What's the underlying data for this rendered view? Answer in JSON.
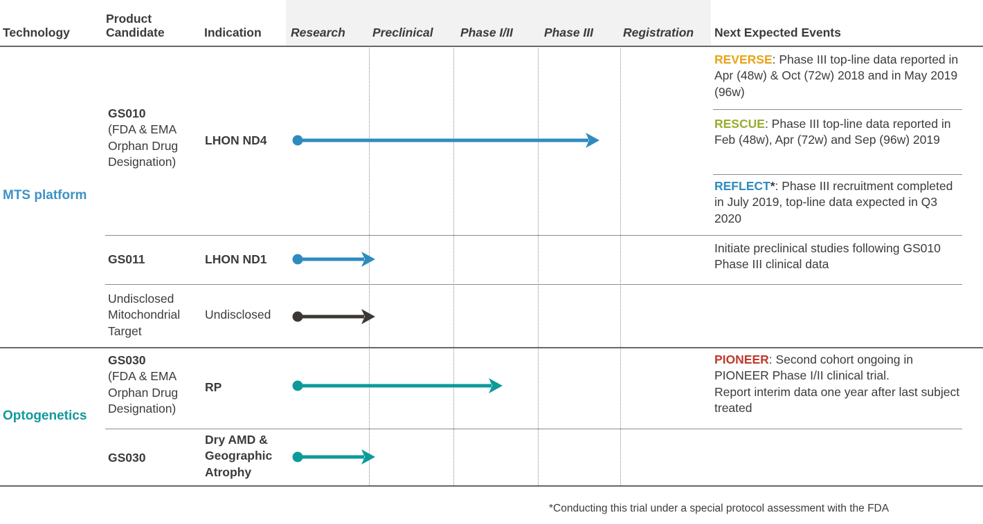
{
  "table": {
    "headers": {
      "technology": "Technology",
      "product_candidate": "Product\nCandidate",
      "product_candidate_line1": "Product",
      "product_candidate_line2": "Candidate",
      "indication": "Indication",
      "research": "Research",
      "preclinical": "Preclinical",
      "phase_1_2": "Phase I/II",
      "phase_3": "Phase III",
      "registration": "Registration",
      "next_expected_events": "Next Expected Events"
    },
    "technologies": [
      {
        "label": "MTS platform",
        "color": "#3d93c4"
      },
      {
        "label": "Optogenetics",
        "color": "#12999b"
      }
    ],
    "rows": [
      {
        "product_name": "GS010",
        "product_sub": "(FDA & EMA\nOrphan Drug\nDesignation)",
        "product_sub_line1": "(FDA & EMA",
        "product_sub_line2": "Orphan Drug",
        "product_sub_line3": "Designation)",
        "indication": "LHON ND4",
        "arrow": {
          "color": "#2e8bc0",
          "start_phase": "Research",
          "end_phase": "Phase III"
        }
      },
      {
        "product_name": "GS011",
        "indication": "LHON ND1",
        "arrow": {
          "color": "#2e8bc0",
          "start_phase": "Research",
          "end_phase": "Research"
        }
      },
      {
        "product_name": "Undisclosed\nMitochondrial\nTarget",
        "product_line1": "Undisclosed",
        "product_line2": "Mitochondrial",
        "product_line3": "Target",
        "indication": "Undisclosed",
        "arrow": {
          "color": "#3b3733",
          "start_phase": "Research",
          "end_phase": "Research"
        }
      },
      {
        "product_name": "GS030",
        "product_sub_line1": "(FDA & EMA",
        "product_sub_line2": "Orphan Drug",
        "product_sub_line3": "Designation)",
        "indication": "RP",
        "arrow": {
          "color": "#0d9a9b",
          "start_phase": "Research",
          "end_phase": "Phase I/II"
        }
      },
      {
        "product_name": "GS030",
        "indication": "Dry AMD &\nGeographic\nAtrophy",
        "indication_line1": "Dry AMD &",
        "indication_line2": "Geographic",
        "indication_line3": "Atrophy",
        "arrow": {
          "color": "#0d9a9b",
          "start_phase": "Research",
          "end_phase": "Research"
        }
      }
    ],
    "events": [
      {
        "tag": "REVERSE",
        "tag_color": "#e8a317",
        "text": ": Phase III top-line data reported in Apr (48w) & Oct (72w) 2018 and in May 2019 (96w)"
      },
      {
        "tag": "RESCUE",
        "tag_color": "#9aab2e",
        "text": ": Phase III top-line data reported in Feb (48w), Apr (72w) and Sep (96w) 2019"
      },
      {
        "tag": "REFLECT",
        "tag_color": "#2e8bc0",
        "star": "*",
        "text": ": Phase III recruitment completed in July 2019, top-line data expected in Q3 2020"
      },
      {
        "tag": "",
        "tag_color": "#3b3b3b",
        "text": "Initiate preclinical studies following GS010 Phase III clinical data"
      },
      {
        "tag": "PIONEER",
        "tag_color": "#c0392b",
        "text": ": Second cohort ongoing in PIONEER Phase I/II clinical trial.\nReport interim data one year after last subject treated",
        "text_line1": ": Second cohort ongoing in PIONEER Phase I/II clinical trial.",
        "text_line2": "Report interim data one year after last subject treated"
      }
    ]
  },
  "footnote": "*Conducting this trial under a special protocol assessment with the FDA",
  "colors": {
    "header_band": "#f2f2f2",
    "rule": "#8c8c8c",
    "rule_major": "#666666",
    "text": "#3b3b3b",
    "mts_blue": "#3d93c4",
    "optogenetics_teal": "#12999b",
    "arrow_blue": "#2e8bc0",
    "arrow_teal": "#0d9a9b",
    "arrow_dark": "#3b3733"
  }
}
